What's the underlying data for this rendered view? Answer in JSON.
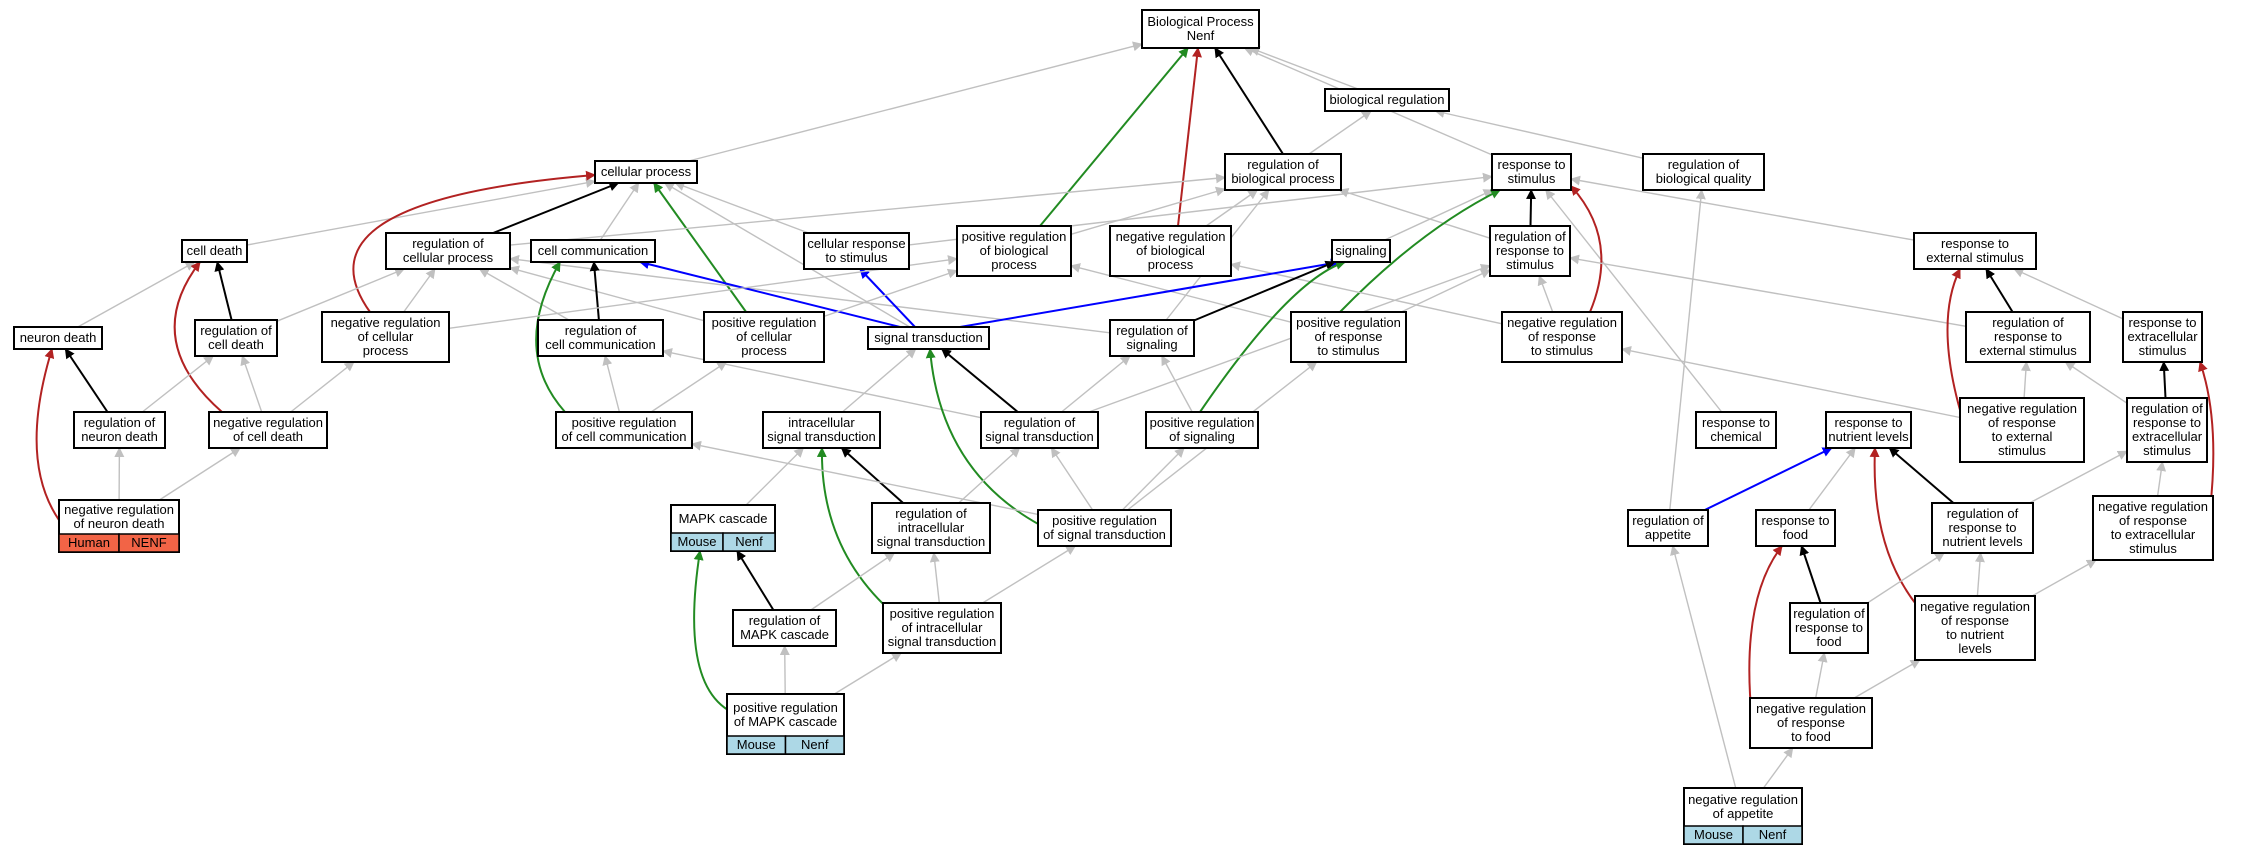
{
  "colors": {
    "edge_is_a": "#c0c0c0",
    "edge_part_of": "#000000",
    "edge_positively_regulates": "#228b22",
    "edge_negatively_regulates": "#b22222",
    "edge_regulates": "#0000ff",
    "tag_human": "#f26446",
    "tag_mouse": "#add8e6"
  },
  "nodes": [
    {
      "id": "bp",
      "lines": [
        "Biological Process",
        "Nenf"
      ]
    },
    {
      "id": "bioreg",
      "lines": [
        "biological regulation"
      ]
    },
    {
      "id": "cellproc",
      "lines": [
        "cellular process"
      ]
    },
    {
      "id": "regbio",
      "lines": [
        "regulation of",
        "biological process"
      ]
    },
    {
      "id": "respstim",
      "lines": [
        "response to",
        "stimulus"
      ]
    },
    {
      "id": "regqual",
      "lines": [
        "regulation of",
        "biological quality"
      ]
    },
    {
      "id": "celldeath",
      "lines": [
        "cell death"
      ]
    },
    {
      "id": "regcellproc",
      "lines": [
        "regulation of",
        "cellular process"
      ]
    },
    {
      "id": "cellcomm",
      "lines": [
        "cell communication"
      ]
    },
    {
      "id": "cellresp",
      "lines": [
        "cellular response",
        "to stimulus"
      ]
    },
    {
      "id": "posregbio",
      "lines": [
        "positive regulation",
        "of biological",
        "process"
      ]
    },
    {
      "id": "negregbio",
      "lines": [
        "negative regulation",
        "of biological",
        "process"
      ]
    },
    {
      "id": "signaling",
      "lines": [
        "signaling"
      ]
    },
    {
      "id": "regresp",
      "lines": [
        "regulation of",
        "response to",
        "stimulus"
      ]
    },
    {
      "id": "respext",
      "lines": [
        "response to",
        "external stimulus"
      ]
    },
    {
      "id": "neurondeath",
      "lines": [
        "neuron death"
      ]
    },
    {
      "id": "regcelldeath",
      "lines": [
        "regulation of",
        "cell death"
      ]
    },
    {
      "id": "negregcellproc",
      "lines": [
        "negative regulation",
        "of cellular",
        "process"
      ]
    },
    {
      "id": "regcellcomm",
      "lines": [
        "regulation of",
        "cell communication"
      ]
    },
    {
      "id": "posregcellproc",
      "lines": [
        "positive regulation",
        "of cellular",
        "process"
      ]
    },
    {
      "id": "sigtrans",
      "lines": [
        "signal transduction"
      ]
    },
    {
      "id": "regsig",
      "lines": [
        "regulation of",
        "signaling"
      ]
    },
    {
      "id": "posregresp",
      "lines": [
        "positive regulation",
        "of response",
        "to stimulus"
      ]
    },
    {
      "id": "negregresp",
      "lines": [
        "negative regulation",
        "of response",
        "to stimulus"
      ]
    },
    {
      "id": "regextstim",
      "lines": [
        "regulation of",
        "response to",
        "external stimulus"
      ]
    },
    {
      "id": "respextra",
      "lines": [
        "response to",
        "extracellular",
        "stimulus"
      ]
    },
    {
      "id": "regneurondeath",
      "lines": [
        "regulation of",
        "neuron death"
      ]
    },
    {
      "id": "negregcelldeath",
      "lines": [
        "negative regulation",
        "of cell death"
      ]
    },
    {
      "id": "posregcellcomm",
      "lines": [
        "positive regulation",
        "of cell communication"
      ]
    },
    {
      "id": "intrasig",
      "lines": [
        "intracellular",
        "signal transduction"
      ]
    },
    {
      "id": "regsigtrans",
      "lines": [
        "regulation of",
        "signal transduction"
      ]
    },
    {
      "id": "posregsig",
      "lines": [
        "positive regulation",
        "of signaling"
      ]
    },
    {
      "id": "respchem",
      "lines": [
        "response to",
        "chemical"
      ]
    },
    {
      "id": "respnutr",
      "lines": [
        "response to",
        "nutrient levels"
      ]
    },
    {
      "id": "negregext",
      "lines": [
        "negative regulation",
        "of response",
        "to external",
        "stimulus"
      ]
    },
    {
      "id": "regrespextra",
      "lines": [
        "regulation of",
        "response to",
        "extracellular",
        "stimulus"
      ]
    },
    {
      "id": "negregneuron",
      "lines": [
        "negative regulation",
        "of neuron death"
      ],
      "tags": [
        {
          "label": "Human",
          "kind": "human"
        },
        {
          "label": "NENF",
          "kind": "human"
        }
      ]
    },
    {
      "id": "mapk",
      "lines": [
        "MAPK cascade"
      ],
      "tags": [
        {
          "label": "Mouse",
          "kind": "mouse"
        },
        {
          "label": "Nenf",
          "kind": "mouse"
        }
      ]
    },
    {
      "id": "regintra",
      "lines": [
        "regulation of",
        "intracellular",
        "signal transduction"
      ]
    },
    {
      "id": "posregsigtrans",
      "lines": [
        "positive regulation",
        "of signal transduction"
      ]
    },
    {
      "id": "regappetite",
      "lines": [
        "regulation of",
        "appetite"
      ]
    },
    {
      "id": "respfood",
      "lines": [
        "response to",
        "food"
      ]
    },
    {
      "id": "regrespnutr",
      "lines": [
        "regulation of",
        "response to",
        "nutrient levels"
      ]
    },
    {
      "id": "negregextra",
      "lines": [
        "negative regulation",
        "of response",
        "to extracellular",
        "stimulus"
      ]
    },
    {
      "id": "regmapk",
      "lines": [
        "regulation of",
        "MAPK cascade"
      ]
    },
    {
      "id": "posregintra",
      "lines": [
        "positive regulation",
        "of intracellular",
        "signal transduction"
      ]
    },
    {
      "id": "regrespfood",
      "lines": [
        "regulation of",
        "response to",
        "food"
      ]
    },
    {
      "id": "negregnutr",
      "lines": [
        "negative regulation",
        "of response",
        "to nutrient",
        "levels"
      ]
    },
    {
      "id": "posregmapk",
      "lines": [
        "positive regulation",
        "of MAPK cascade"
      ],
      "tags": [
        {
          "label": "Mouse",
          "kind": "mouse"
        },
        {
          "label": "Nenf",
          "kind": "mouse"
        }
      ]
    },
    {
      "id": "negregfood",
      "lines": [
        "negative regulation",
        "of response",
        "to food"
      ]
    },
    {
      "id": "negregappetite",
      "lines": [
        "negative regulation",
        "of appetite"
      ],
      "tags": [
        {
          "label": "Mouse",
          "kind": "mouse"
        },
        {
          "label": "Nenf",
          "kind": "mouse"
        }
      ]
    }
  ],
  "edges": [
    {
      "from": "cellproc",
      "to": "bp",
      "type": "is_a"
    },
    {
      "from": "bioreg",
      "to": "bp",
      "type": "is_a"
    },
    {
      "from": "respstim",
      "to": "bp",
      "type": "is_a"
    },
    {
      "from": "regbio",
      "to": "bp",
      "type": "part_of"
    },
    {
      "from": "posregbio",
      "to": "bp",
      "type": "positively_regulates"
    },
    {
      "from": "negregbio",
      "to": "bp",
      "type": "negatively_regulates"
    },
    {
      "from": "regbio",
      "to": "bioreg",
      "type": "is_a"
    },
    {
      "from": "regqual",
      "to": "bioreg",
      "type": "is_a"
    },
    {
      "from": "celldeath",
      "to": "cellproc",
      "type": "is_a"
    },
    {
      "from": "regcellproc",
      "to": "cellproc",
      "type": "part_of"
    },
    {
      "from": "cellcomm",
      "to": "cellproc",
      "type": "is_a"
    },
    {
      "from": "cellresp",
      "to": "cellproc",
      "type": "is_a"
    },
    {
      "from": "sigtrans",
      "to": "cellproc",
      "type": "is_a"
    },
    {
      "from": "posregcellproc",
      "to": "cellproc",
      "type": "positively_regulates"
    },
    {
      "from": "negregcellproc",
      "to": "cellproc",
      "type": "negatively_regulates"
    },
    {
      "from": "regcellproc",
      "to": "regbio",
      "type": "is_a"
    },
    {
      "from": "posregbio",
      "to": "regbio",
      "type": "is_a"
    },
    {
      "from": "negregbio",
      "to": "regbio",
      "type": "is_a"
    },
    {
      "from": "regsig",
      "to": "regbio",
      "type": "is_a"
    },
    {
      "from": "regresp",
      "to": "regbio",
      "type": "is_a"
    },
    {
      "from": "cellresp",
      "to": "respstim",
      "type": "is_a"
    },
    {
      "from": "signaling",
      "to": "respstim",
      "type": "is_a"
    },
    {
      "from": "respext",
      "to": "respstim",
      "type": "is_a"
    },
    {
      "from": "respchem",
      "to": "respstim",
      "type": "is_a"
    },
    {
      "from": "regresp",
      "to": "respstim",
      "type": "part_of"
    },
    {
      "from": "posregresp",
      "to": "respstim",
      "type": "positively_regulates"
    },
    {
      "from": "negregresp",
      "to": "respstim",
      "type": "negatively_regulates"
    },
    {
      "from": "neurondeath",
      "to": "celldeath",
      "type": "is_a"
    },
    {
      "from": "regcelldeath",
      "to": "celldeath",
      "type": "part_of"
    },
    {
      "from": "negregcelldeath",
      "to": "celldeath",
      "type": "negatively_regulates"
    },
    {
      "from": "regcelldeath",
      "to": "regcellproc",
      "type": "is_a"
    },
    {
      "from": "negregcellproc",
      "to": "regcellproc",
      "type": "is_a"
    },
    {
      "from": "posregcellproc",
      "to": "regcellproc",
      "type": "is_a"
    },
    {
      "from": "regcellcomm",
      "to": "regcellproc",
      "type": "is_a"
    },
    {
      "from": "regsig",
      "to": "regcellproc",
      "type": "is_a"
    },
    {
      "from": "regcellcomm",
      "to": "cellcomm",
      "type": "part_of"
    },
    {
      "from": "sigtrans",
      "to": "cellcomm",
      "type": "regulates"
    },
    {
      "from": "posregcellcomm",
      "to": "cellcomm",
      "type": "positively_regulates"
    },
    {
      "from": "sigtrans",
      "to": "cellresp",
      "type": "regulates"
    },
    {
      "from": "negregcellproc",
      "to": "posregbio",
      "type": "is_a"
    },
    {
      "from": "posregcellproc",
      "to": "posregbio",
      "type": "is_a"
    },
    {
      "from": "posregresp",
      "to": "posregbio",
      "type": "is_a"
    },
    {
      "from": "negregresp",
      "to": "negregbio",
      "type": "is_a"
    },
    {
      "from": "sigtrans",
      "to": "signaling",
      "type": "regulates"
    },
    {
      "from": "regsig",
      "to": "signaling",
      "type": "part_of"
    },
    {
      "from": "posregsig",
      "to": "signaling",
      "type": "positively_regulates"
    },
    {
      "from": "posregresp",
      "to": "regresp",
      "type": "is_a"
    },
    {
      "from": "negregresp",
      "to": "regresp",
      "type": "is_a"
    },
    {
      "from": "regextstim",
      "to": "regresp",
      "type": "is_a"
    },
    {
      "from": "regsigtrans",
      "to": "regresp",
      "type": "is_a"
    },
    {
      "from": "respextra",
      "to": "respext",
      "type": "is_a"
    },
    {
      "from": "regextstim",
      "to": "respext",
      "type": "part_of"
    },
    {
      "from": "negregext",
      "to": "respext",
      "type": "negatively_regulates"
    },
    {
      "from": "regneurondeath",
      "to": "neurondeath",
      "type": "part_of"
    },
    {
      "from": "negregneuron",
      "to": "neurondeath",
      "type": "negatively_regulates"
    },
    {
      "from": "regneurondeath",
      "to": "regcelldeath",
      "type": "is_a"
    },
    {
      "from": "negregcelldeath",
      "to": "regcelldeath",
      "type": "is_a"
    },
    {
      "from": "negregcelldeath",
      "to": "negregcellproc",
      "type": "is_a"
    },
    {
      "from": "posregcellcomm",
      "to": "regcellcomm",
      "type": "is_a"
    },
    {
      "from": "regsigtrans",
      "to": "regcellcomm",
      "type": "is_a"
    },
    {
      "from": "posregcellcomm",
      "to": "posregcellproc",
      "type": "is_a"
    },
    {
      "from": "intrasig",
      "to": "sigtrans",
      "type": "is_a"
    },
    {
      "from": "regsigtrans",
      "to": "sigtrans",
      "type": "part_of"
    },
    {
      "from": "posregsigtrans",
      "to": "sigtrans",
      "type": "positively_regulates"
    },
    {
      "from": "regsigtrans",
      "to": "regsig",
      "type": "is_a"
    },
    {
      "from": "posregsig",
      "to": "regsig",
      "type": "is_a"
    },
    {
      "from": "posregsigtrans",
      "to": "posregresp",
      "type": "is_a"
    },
    {
      "from": "negregext",
      "to": "negregresp",
      "type": "is_a"
    },
    {
      "from": "negregextra",
      "to": "regrespextra",
      "type": "is_a"
    },
    {
      "from": "regextstim",
      "to": "regextstim",
      "type": "is_a"
    },
    {
      "from": "regrespextra",
      "to": "respextra",
      "type": "part_of"
    },
    {
      "from": "negregextra",
      "to": "respextra",
      "type": "negatively_regulates"
    },
    {
      "from": "negregext",
      "to": "regextstim",
      "type": "is_a"
    },
    {
      "from": "regrespextra",
      "to": "regextstim",
      "type": "is_a"
    },
    {
      "from": "regrespnutr",
      "to": "regrespextra",
      "type": "is_a"
    },
    {
      "from": "negregneuron",
      "to": "regneurondeath",
      "type": "is_a"
    },
    {
      "from": "negregneuron",
      "to": "negregcelldeath",
      "type": "is_a"
    },
    {
      "from": "mapk",
      "to": "intrasig",
      "type": "is_a"
    },
    {
      "from": "regintra",
      "to": "intrasig",
      "type": "part_of"
    },
    {
      "from": "posregintra",
      "to": "intrasig",
      "type": "positively_regulates"
    },
    {
      "from": "posregsigtrans",
      "to": "posregcellcomm",
      "type": "is_a"
    },
    {
      "from": "regintra",
      "to": "regsigtrans",
      "type": "is_a"
    },
    {
      "from": "posregsigtrans",
      "to": "regsigtrans",
      "type": "is_a"
    },
    {
      "from": "posregsigtrans",
      "to": "posregsig",
      "type": "is_a"
    },
    {
      "from": "respfood",
      "to": "respnutr",
      "type": "is_a"
    },
    {
      "from": "regappetite",
      "to": "respnutr",
      "type": "regulates"
    },
    {
      "from": "regrespnutr",
      "to": "respnutr",
      "type": "part_of"
    },
    {
      "from": "negregnutr",
      "to": "respnutr",
      "type": "negatively_regulates"
    },
    {
      "from": "regmapk",
      "to": "mapk",
      "type": "part_of"
    },
    {
      "from": "posregmapk",
      "to": "mapk",
      "type": "positively_regulates"
    },
    {
      "from": "regmapk",
      "to": "regintra",
      "type": "is_a"
    },
    {
      "from": "posregintra",
      "to": "regintra",
      "type": "is_a"
    },
    {
      "from": "posregintra",
      "to": "posregsigtrans",
      "type": "is_a"
    },
    {
      "from": "regappetite",
      "to": "regqual",
      "type": "is_a"
    },
    {
      "from": "regrespfood",
      "to": "respfood",
      "type": "part_of"
    },
    {
      "from": "negregfood",
      "to": "respfood",
      "type": "negatively_regulates"
    },
    {
      "from": "regrespfood",
      "to": "regrespnutr",
      "type": "is_a"
    },
    {
      "from": "negregnutr",
      "to": "regrespnutr",
      "type": "is_a"
    },
    {
      "from": "negregnutr",
      "to": "negregextra",
      "type": "is_a"
    },
    {
      "from": "posregmapk",
      "to": "regmapk",
      "type": "is_a"
    },
    {
      "from": "posregmapk",
      "to": "posregintra",
      "type": "is_a"
    },
    {
      "from": "negregfood",
      "to": "regrespfood",
      "type": "is_a"
    },
    {
      "from": "negregfood",
      "to": "negregnutr",
      "type": "is_a"
    },
    {
      "from": "negregappetite",
      "to": "regappetite",
      "type": "is_a"
    },
    {
      "from": "negregappetite",
      "to": "negregfood",
      "type": "is_a"
    }
  ]
}
